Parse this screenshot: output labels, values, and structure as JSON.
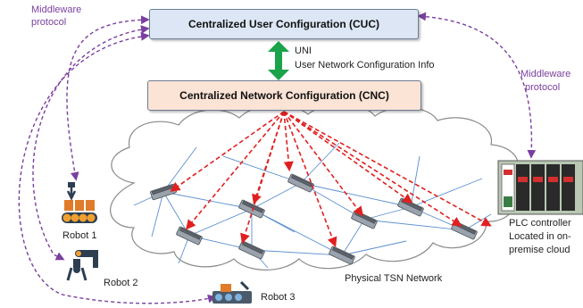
{
  "cuc": {
    "label": "Centralized User Configuration (CUC)"
  },
  "cnc": {
    "label": "Centralized Network Configuration (CNC)"
  },
  "uni": {
    "line1": "UNI",
    "line2": "User Network Configuration Info"
  },
  "middleware_left": [
    "Middleware",
    "protocol"
  ],
  "middleware_right": [
    "Middleware",
    "protocol"
  ],
  "robots": [
    "Robot 1",
    "Robot 2",
    "Robot 3"
  ],
  "network_label": "Physical TSN Network",
  "plc": [
    "PLC controller",
    "Located in on-",
    "premise cloud"
  ],
  "colors": {
    "cuc_fill": "#dce6f4",
    "cnc_fill": "#fbe3d5",
    "uni_arrow": "#1aa34a",
    "red_arrow": "#e02020",
    "purple_arrow": "#7a3fa0",
    "link": "#5b8fd0"
  }
}
